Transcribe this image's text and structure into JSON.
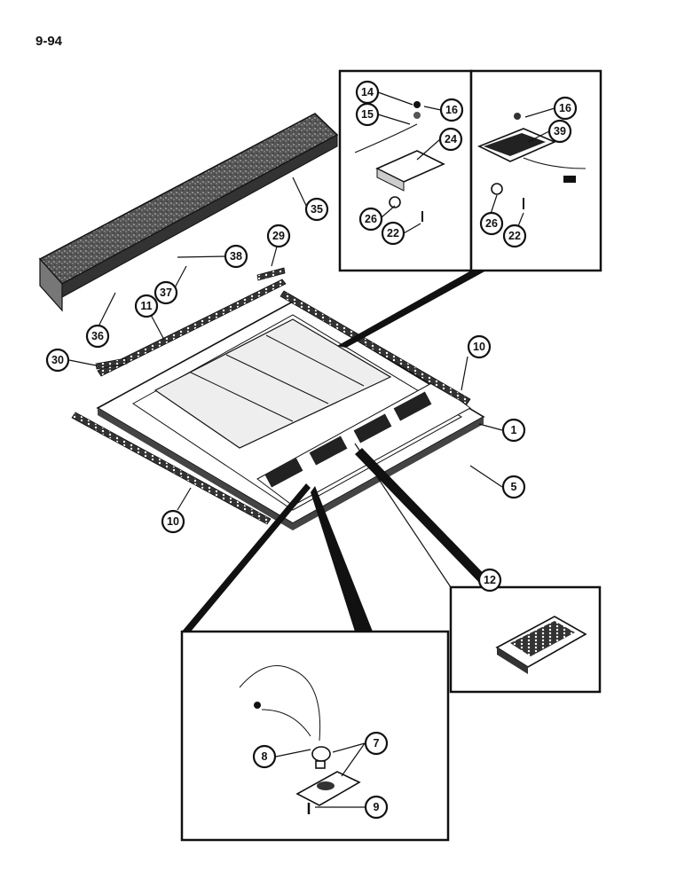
{
  "page_number": "9-94",
  "callouts": [
    "14",
    "15",
    "16",
    "24",
    "26",
    "22",
    "16",
    "39",
    "26",
    "22",
    "35",
    "29",
    "38",
    "37",
    "36",
    "11",
    "30",
    "10",
    "10",
    "1",
    "5",
    "12",
    "7",
    "8",
    "9"
  ]
}
